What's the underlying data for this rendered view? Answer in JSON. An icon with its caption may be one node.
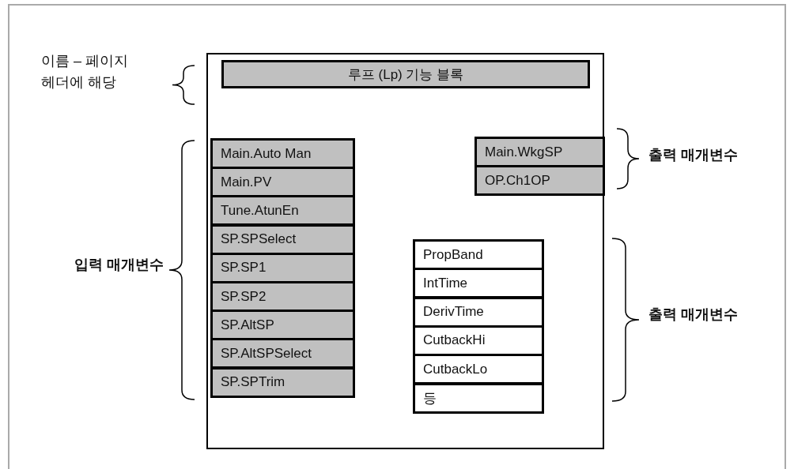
{
  "diagram": {
    "nodes": [
      {
        "text": [],
        "shape": "box"
      },
      {
        "text": [
          "루프 (Lp) 기능 블록"
        ],
        "in": 0
      },
      {
        "text": [
          "Main.Auto Man"
        ],
        "in": 0
      },
      {
        "text": [
          "Main.PV"
        ],
        "in": 0
      },
      {
        "text": [
          "Tune.AtunEn"
        ],
        "in": 0
      },
      {
        "text": [
          "SP.SPSelect"
        ],
        "in": 0
      },
      {
        "text": [
          "SP.SP1"
        ],
        "in": 0
      },
      {
        "text": [
          "SP.SP2"
        ],
        "in": 0
      },
      {
        "text": [
          "SP.AltSP"
        ],
        "in": 0
      },
      {
        "text": [
          "SP.AltSPSelect"
        ],
        "in": 0
      },
      {
        "text": [
          "SP.SPTrim"
        ],
        "in": 0
      },
      {
        "text": [
          "Main.WkgSP"
        ],
        "in": 0
      },
      {
        "text": [
          "OP.Ch1OP"
        ],
        "in": 0
      },
      {
        "text": [
          "PropBand"
        ],
        "in": 0
      },
      {
        "text": [
          "IntTime"
        ],
        "in": 0
      },
      {
        "text": [
          "DerivTime"
        ],
        "in": 0
      },
      {
        "text": [
          "CutbackHi"
        ],
        "in": 0
      },
      {
        "text": [
          "CutbackLo"
        ],
        "in": 0
      },
      {
        "text": [
          "등"
        ],
        "in": 0
      }
    ],
    "labels": [
      "이름 – 페이지 헤더에 해당",
      "입력 매개변수",
      "출력 매개변수",
      "출력 매개변수"
    ]
  }
}
